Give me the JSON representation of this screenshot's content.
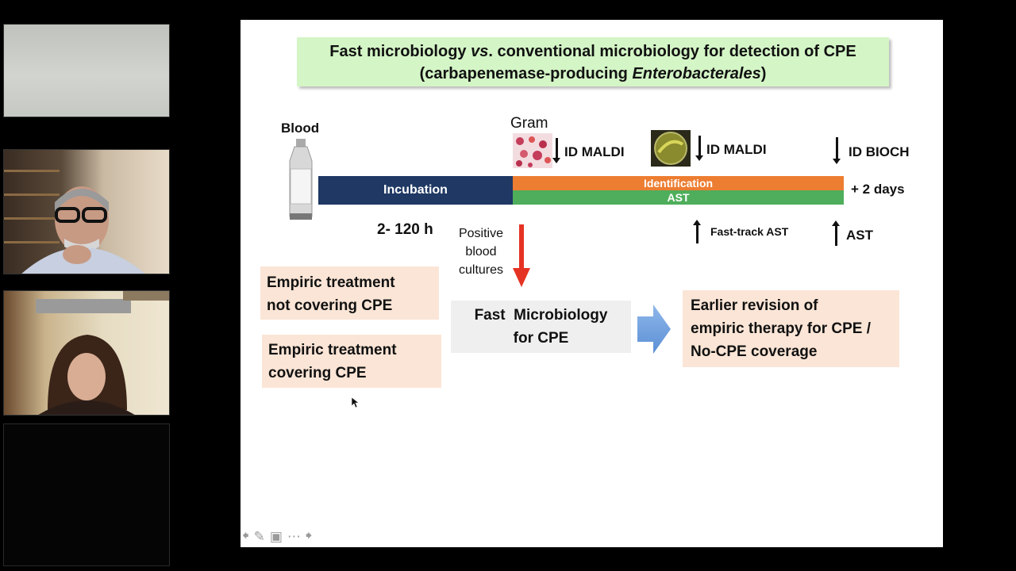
{
  "participants": [
    {
      "name": "participant-1",
      "state": "blurred"
    },
    {
      "name": "participant-2",
      "state": "man with glasses"
    },
    {
      "name": "participant-3",
      "state": "woman"
    },
    {
      "name": "participant-4",
      "state": "empty"
    }
  ],
  "slide": {
    "title_line1_part1": "Fast microbiology ",
    "title_line1_em": "vs",
    "title_line1_part2": ". conventional microbiology for detection of CPE",
    "title_line2_part1": "(carbapenemase-producing ",
    "title_line2_em": "Enterobacterales",
    "title_line2_part2": ")",
    "blood_label": "Blood",
    "gram_label": "Gram",
    "id_maldi_1": "ID MALDI",
    "id_maldi_2": "ID MALDI",
    "id_bioch": "ID BIOCH",
    "incubation": "Incubation",
    "identification": "Identification",
    "ast_bar": "AST",
    "plus_days": "+ 2 days",
    "hours": "2- 120 h",
    "positive_cultures": [
      "Positive",
      "blood",
      "cultures"
    ],
    "fast_track_ast": "Fast-track AST",
    "ast_label": "AST",
    "empiric_not_covering": [
      "Empiric treatment",
      "not covering CPE"
    ],
    "empiric_covering": [
      "Empiric treatment",
      "covering CPE"
    ],
    "fast_micro": [
      "Fast  Microbiology",
      "for CPE"
    ],
    "earlier_revision": [
      "Earlier revision of",
      "empiric therapy for CPE /",
      "No-CPE coverage"
    ]
  },
  "colors": {
    "incubation": "#1f3864",
    "identification": "#ed7d31",
    "ast": "#4eae5b",
    "title_bg": "#d4f5c6",
    "peach": "#fbe5d6",
    "gray_box": "#efefef",
    "red_arrow": "#e53323",
    "blue_arrow": "#6fa0dc"
  },
  "nav_icons": [
    "prev-arrow-icon",
    "pen-icon",
    "screen-icon",
    "more-icon",
    "next-arrow-icon"
  ]
}
